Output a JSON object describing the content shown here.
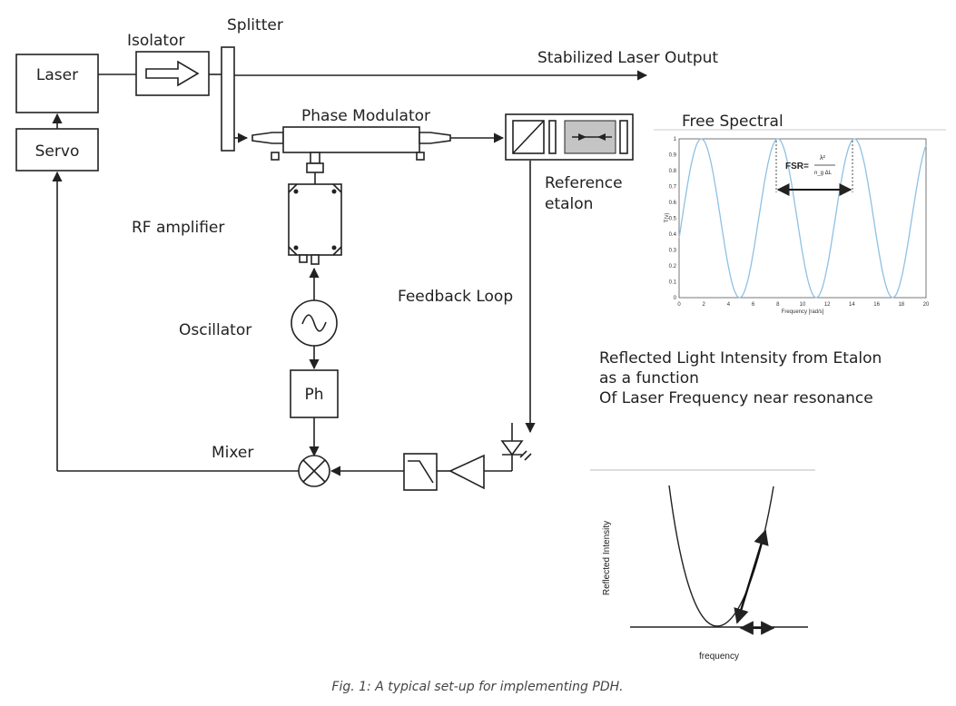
{
  "labels": {
    "laser": "Laser",
    "servo": "Servo",
    "isolator": "Isolator",
    "splitter": "Splitter",
    "output": "Stabilized Laser Output",
    "phase_modulator": "Phase Modulator",
    "reference_line1": "Reference",
    "reference_line2": "etalon",
    "rf_amplifier": "RF amplifier",
    "oscillator": "Oscillator",
    "feedback_loop": "Feedback Loop",
    "ph": "Ph",
    "mixer": "Mixer",
    "free_spectral": "Free Spectral",
    "reflected_line1": "Reflected Light Intensity from Etalon",
    "reflected_line2": "as a function",
    "reflected_line3": "Of Laser Frequency near resonance",
    "caption": "Fig. 1: A typical set-up for implementing PDH."
  },
  "fsr_plot": {
    "fsr_label": "FSR=",
    "fsr_num": "λ²",
    "fsr_den": "n_g ΔL",
    "xlabel": "Frequency [rad/s]",
    "ylabel": "T(ν)",
    "xticks": [
      "0",
      "2",
      "4",
      "6",
      "8",
      "10",
      "12",
      "14",
      "16",
      "18",
      "20"
    ],
    "yticks": [
      "0",
      "0.1",
      "0.2",
      "0.3",
      "0.4",
      "0.5",
      "0.6",
      "0.7",
      "0.8",
      "0.9",
      "1"
    ],
    "curve_color": "#8fc1e3"
  },
  "reflect_plot": {
    "xlabel": "frequency",
    "ylabel": "Reflected Intensity"
  }
}
